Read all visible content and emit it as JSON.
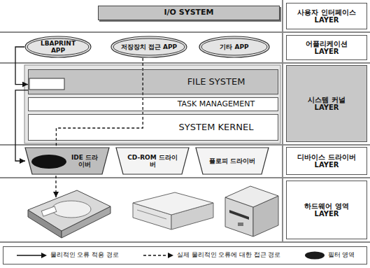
{
  "diagram": {
    "nodes": [
      {
        "text": [
          "I/O SYSTEM"
        ]
      },
      {
        "text": [
          "사용자 인터페이스 LAYER"
        ]
      },
      {
        "text": [
          "LBAPRINT APP"
        ]
      },
      {
        "text": [
          "저장장치 접근 APP"
        ]
      },
      {
        "text": [
          "기타 APP"
        ]
      },
      {
        "text": [
          "어플리케이션 LAYER"
        ]
      },
      {
        "text": [
          "FILE SYSTEM"
        ]
      },
      {
        "text": [
          "TASK MANAGEMENT"
        ]
      },
      {
        "text": [
          "SYSTEM KERNEL"
        ]
      },
      {
        "text": [
          "시스템 커널 LAYER"
        ]
      },
      {
        "text": [
          "IDE 드라이버"
        ]
      },
      {
        "text": [
          "CD-ROM 드라이버"
        ]
      },
      {
        "text": [
          "플로피 드라이버"
        ]
      },
      {
        "text": [
          "디바이스 드라이버 LAYER"
        ]
      },
      {
        "text": [
          "하드웨어 영역 LAYER"
        ]
      }
    ],
    "edges": [
      {
        "from": 2,
        "to": 6,
        "arrow": "to"
      },
      {
        "from": 6,
        "to": 10,
        "arrow": "to"
      },
      {
        "from": 3,
        "to": 10,
        "arrow": "none"
      }
    ],
    "legend": [
      {
        "text": "물리적인 오류 적용 경로"
      },
      {
        "text": "실제 물리적인 오류에 대한 접근 경로"
      },
      {
        "text": "필터 영역",
        "color": "#1a1a1a"
      }
    ]
  }
}
